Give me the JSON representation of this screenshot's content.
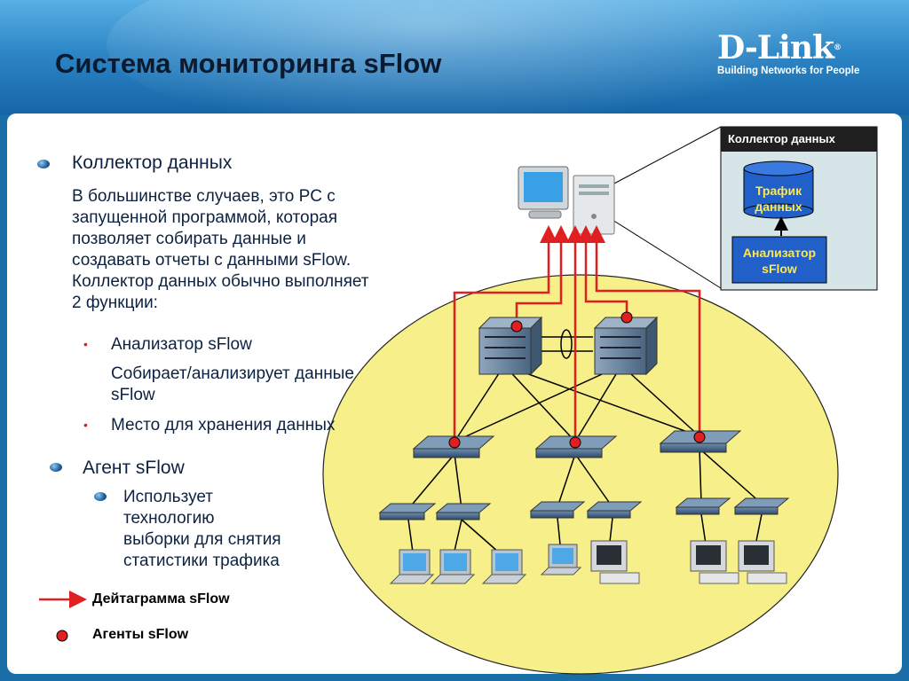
{
  "header": {
    "title": "Система мониторинга sFlow",
    "logo_name": "D-Link",
    "logo_tagline": "Building Networks for People"
  },
  "content": {
    "collector_heading": "Коллектор данных",
    "collector_para": [
      "В большинстве случаев, это PC с",
      "запущенной программой, которая",
      "позволяет собирать данные и",
      "создавать отчеты с данными sFlow.",
      "Коллектор данных обычно выполняет",
      "2 функции:"
    ],
    "sub_analyzer": "Анализатор sFlow",
    "sub_analyzer_desc": [
      "Собирает/анализирует данные",
      "sFlow"
    ],
    "sub_storage": "Место для хранения данных",
    "agent_heading": "Агент sFlow",
    "agent_desc": [
      "Использует",
      "технологию",
      "выборки для снятия",
      "статистики трафика"
    ]
  },
  "diagram": {
    "collector_box_title": "Коллектор данных",
    "traffic_data_label": [
      "Трафик",
      "данных"
    ],
    "analyzer_label": [
      "Анализатор",
      "sFlow"
    ]
  },
  "legend": {
    "datagram": "Дейтаграмма sFlow",
    "agents": "Агенты sFlow"
  },
  "colors": {
    "accent_red": "#e02020",
    "ellipse_yellow": "#f7f08a",
    "box_blue": "#2060c8"
  }
}
